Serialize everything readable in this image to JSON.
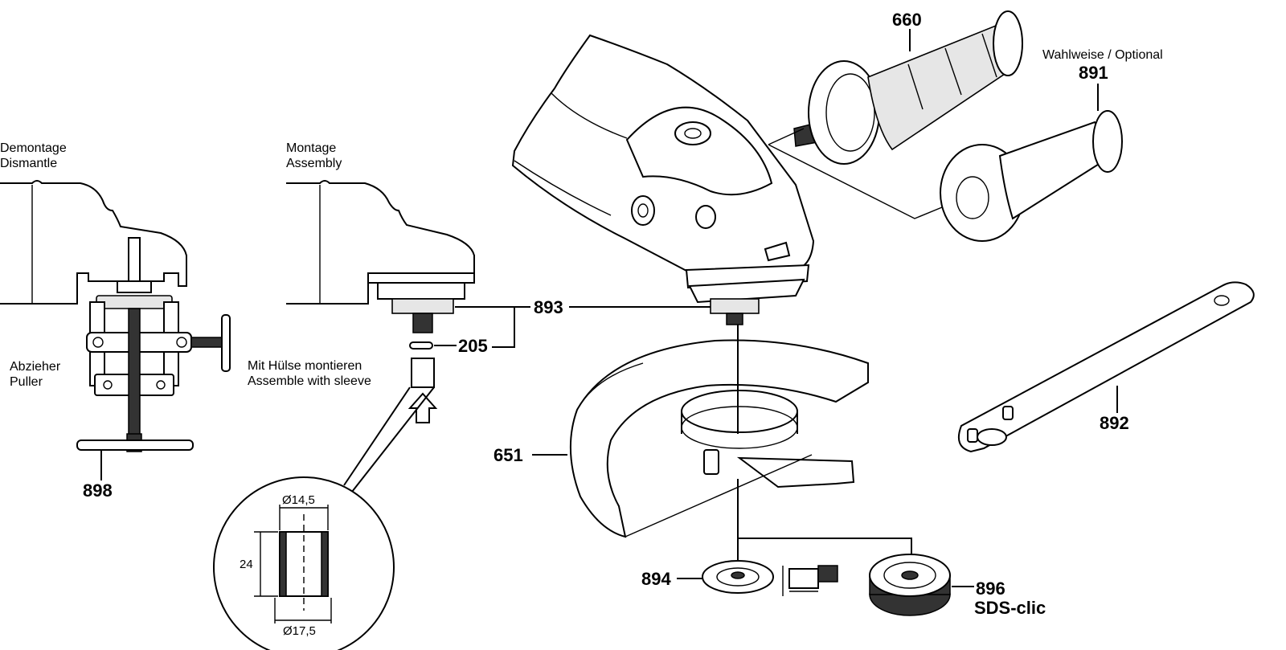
{
  "labels": {
    "dismantle_de": "Demontage",
    "dismantle_en": "Dismantle",
    "assembly_de": "Montage",
    "assembly_en": "Assembly",
    "puller_de": "Abzieher",
    "puller_en": "Puller",
    "sleeve_de": "Mit Hülse montieren",
    "sleeve_en": "Assemble with sleeve",
    "optional": "Wahlweise / Optional",
    "sds": "SDS-clic"
  },
  "parts": {
    "p660": "660",
    "p891": "891",
    "p893": "893",
    "p205": "205",
    "p898": "898",
    "p651": "651",
    "p892": "892",
    "p894": "894",
    "p896": "896"
  },
  "dimensions": {
    "inner_diameter": "Ø14,5",
    "outer_diameter": "Ø17,5",
    "length": "24"
  }
}
